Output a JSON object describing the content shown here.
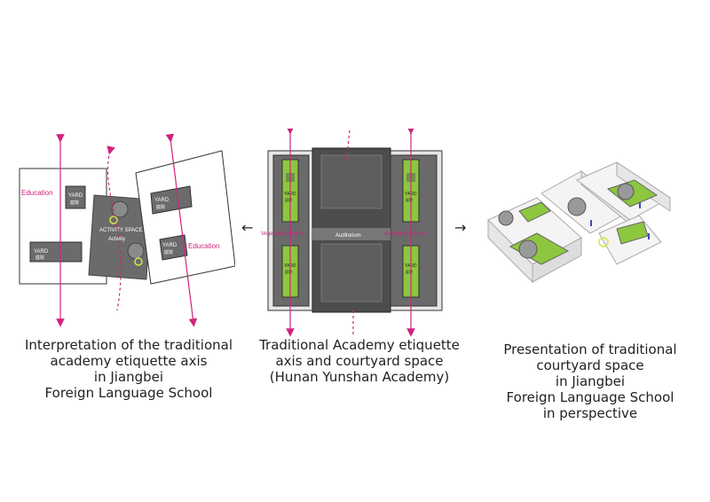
{
  "left": {
    "education_left": "Education",
    "education_right": "Education",
    "yard_en": "YARD",
    "yard_cn": "庭院",
    "activity_space": "ACTIVITY SPACE",
    "activity": "Activity",
    "caption": [
      "Interpretation of the traditional",
      "academy etiquette axis",
      "in Jiangbei",
      "Foreign Language School"
    ]
  },
  "middle": {
    "auditorium": "Auditorium",
    "left_house": "Vegetarian House",
    "right_house": "Vegetarian House",
    "yard_en": "YARD",
    "yard_cn": "庭院",
    "caption": [
      "Traditional Academy etiquette",
      "axis and courtyard space",
      "(Hunan Yunshan Academy)"
    ]
  },
  "right": {
    "caption": [
      "Presentation of traditional",
      "courtyard space",
      "in Jiangbei",
      "Foreign Language School",
      "in perspective"
    ]
  },
  "arrows": {
    "left": "←",
    "right": "→"
  },
  "colors": {
    "axis": "#d0237d",
    "green": "#8dc63f",
    "dark": "#555555",
    "block": "#6b6b6b"
  }
}
